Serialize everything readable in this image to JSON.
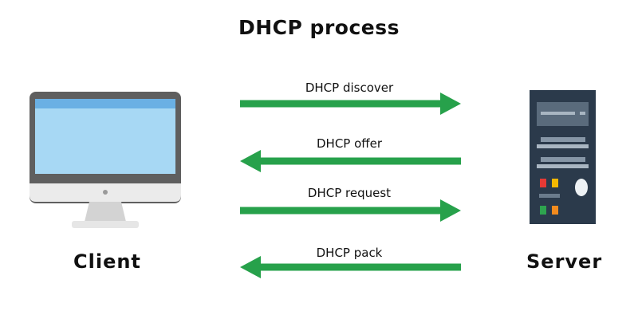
{
  "title": "DHCP process",
  "client": {
    "label": "Client"
  },
  "server": {
    "label": "Server"
  },
  "messages": [
    {
      "label": "DHCP discover",
      "direction": "to-server"
    },
    {
      "label": "DHCP offer",
      "direction": "to-client"
    },
    {
      "label": "DHCP request",
      "direction": "to-server"
    },
    {
      "label": "DHCP pack",
      "direction": "to-client"
    }
  ],
  "colors": {
    "arrow": "#27a14b",
    "monitor_frame": "#5f5f5f",
    "monitor_screen": "#a7d8f4",
    "monitor_screen_top": "#6ab0e4",
    "monitor_base": "#e8e8e8",
    "server_body": "#2b3a4b",
    "server_bay": "#8696a6",
    "led_red": "#e53935",
    "led_yellow": "#f5b800",
    "led_green": "#2ea44f",
    "led_orange": "#f28b1e"
  }
}
